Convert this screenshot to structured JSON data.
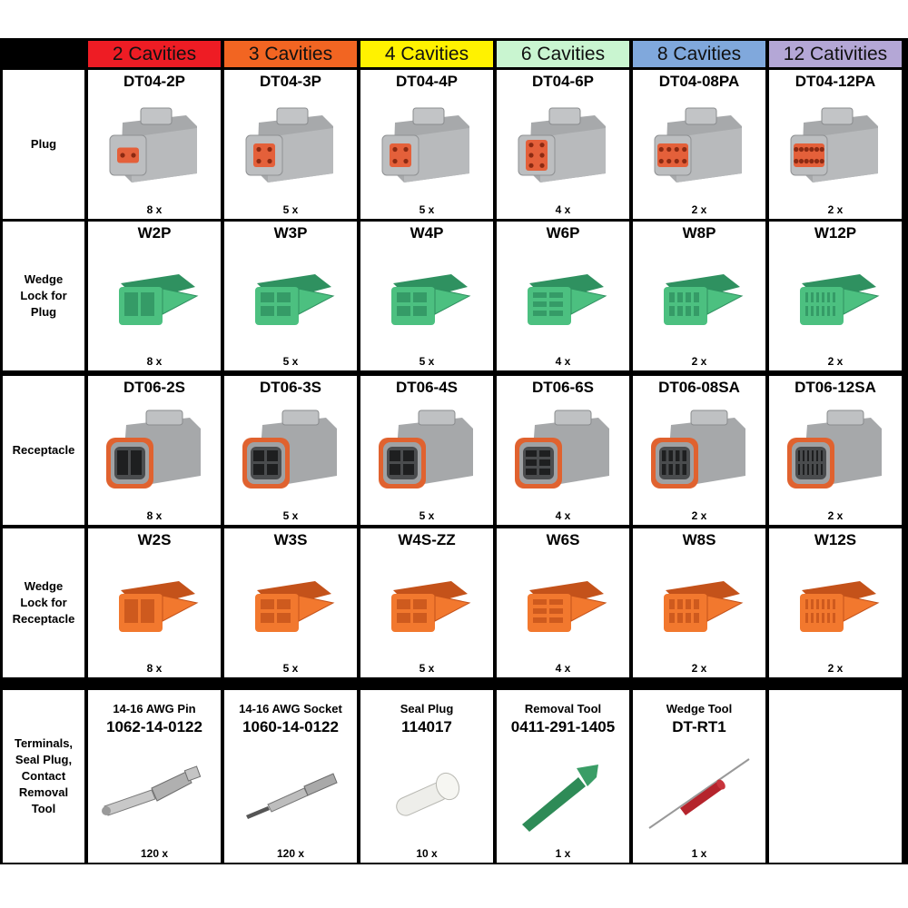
{
  "headers": [
    {
      "label": "2 Cavities",
      "color": "#ee1c24"
    },
    {
      "label": "3 Cavities",
      "color": "#f26522"
    },
    {
      "label": "4 Cavities",
      "color": "#fff200"
    },
    {
      "label": "6 Cavities",
      "color": "#c9f5d0"
    },
    {
      "label": "8 Cavities",
      "color": "#80a8dc"
    },
    {
      "label": "12 Cativities",
      "color": "#b4a7d6"
    }
  ],
  "rows": [
    {
      "label": "Plug",
      "cells": [
        {
          "code": "DT04-2P",
          "qty": "8 x",
          "icon": "gray-plug-2-pin-icon"
        },
        {
          "code": "DT04-3P",
          "qty": "5 x",
          "icon": "gray-plug-3-pin-icon"
        },
        {
          "code": "DT04-4P",
          "qty": "5 x",
          "icon": "gray-plug-4-pin-icon"
        },
        {
          "code": "DT04-6P",
          "qty": "4 x",
          "icon": "gray-plug-6-pin-icon"
        },
        {
          "code": "DT04-08PA",
          "qty": "2 x",
          "icon": "gray-plug-8-pin-icon"
        },
        {
          "code": "DT04-12PA",
          "qty": "2 x",
          "icon": "gray-plug-12-pin-icon"
        }
      ]
    },
    {
      "label": "Wedge Lock for Plug",
      "cells": [
        {
          "code": "W2P",
          "qty": "8 x",
          "icon": "green-wedge-2-icon"
        },
        {
          "code": "W3P",
          "qty": "5 x",
          "icon": "green-wedge-3-icon"
        },
        {
          "code": "W4P",
          "qty": "5 x",
          "icon": "green-wedge-4-icon"
        },
        {
          "code": "W6P",
          "qty": "4 x",
          "icon": "green-wedge-6-icon"
        },
        {
          "code": "W8P",
          "qty": "2 x",
          "icon": "green-wedge-8-icon"
        },
        {
          "code": "W12P",
          "qty": "2 x",
          "icon": "green-wedge-12-icon"
        }
      ]
    },
    {
      "label": "Receptacle",
      "cells": [
        {
          "code": "DT06-2S",
          "qty": "8 x",
          "icon": "gray-receptacle-2-icon"
        },
        {
          "code": "DT06-3S",
          "qty": "5 x",
          "icon": "gray-receptacle-3-icon"
        },
        {
          "code": "DT06-4S",
          "qty": "5 x",
          "icon": "gray-receptacle-4-icon"
        },
        {
          "code": "DT06-6S",
          "qty": "4 x",
          "icon": "gray-receptacle-6-icon"
        },
        {
          "code": "DT06-08SA",
          "qty": "2 x",
          "icon": "gray-receptacle-8-icon"
        },
        {
          "code": "DT06-12SA",
          "qty": "2 x",
          "icon": "gray-receptacle-12-icon"
        }
      ]
    },
    {
      "label": "Wedge Lock for Receptacle",
      "cells": [
        {
          "code": "W2S",
          "qty": "8 x",
          "icon": "orange-wedge-2-icon"
        },
        {
          "code": "W3S",
          "qty": "5 x",
          "icon": "orange-wedge-3-icon"
        },
        {
          "code": "W4S-ZZ",
          "qty": "5 x",
          "icon": "orange-wedge-4-icon"
        },
        {
          "code": "W6S",
          "qty": "4 x",
          "icon": "orange-wedge-6-icon"
        },
        {
          "code": "W8S",
          "qty": "2 x",
          "icon": "orange-wedge-8-icon"
        },
        {
          "code": "W12S",
          "qty": "2 x",
          "icon": "orange-wedge-12-icon"
        }
      ]
    }
  ],
  "terminals": {
    "label": "Terminals, Seal Plug, Contact Removal Tool",
    "cells": [
      {
        "title": "14-16 AWG Pin",
        "code": "1062-14-0122",
        "qty": "120 x",
        "icon": "pin-terminal-icon"
      },
      {
        "title": "14-16 AWG Socket",
        "code": "1060-14-0122",
        "qty": "120 x",
        "icon": "socket-terminal-icon"
      },
      {
        "title": "Seal Plug",
        "code": "114017",
        "qty": "10 x",
        "icon": "seal-plug-icon"
      },
      {
        "title": "Removal Tool",
        "code": "0411-291-1405",
        "qty": "1 x",
        "icon": "removal-tool-icon"
      },
      {
        "title": "Wedge Tool",
        "code": "DT-RT1",
        "qty": "1 x",
        "icon": "wedge-tool-icon"
      },
      {
        "title": "",
        "code": "",
        "qty": "",
        "icon": ""
      }
    ]
  }
}
